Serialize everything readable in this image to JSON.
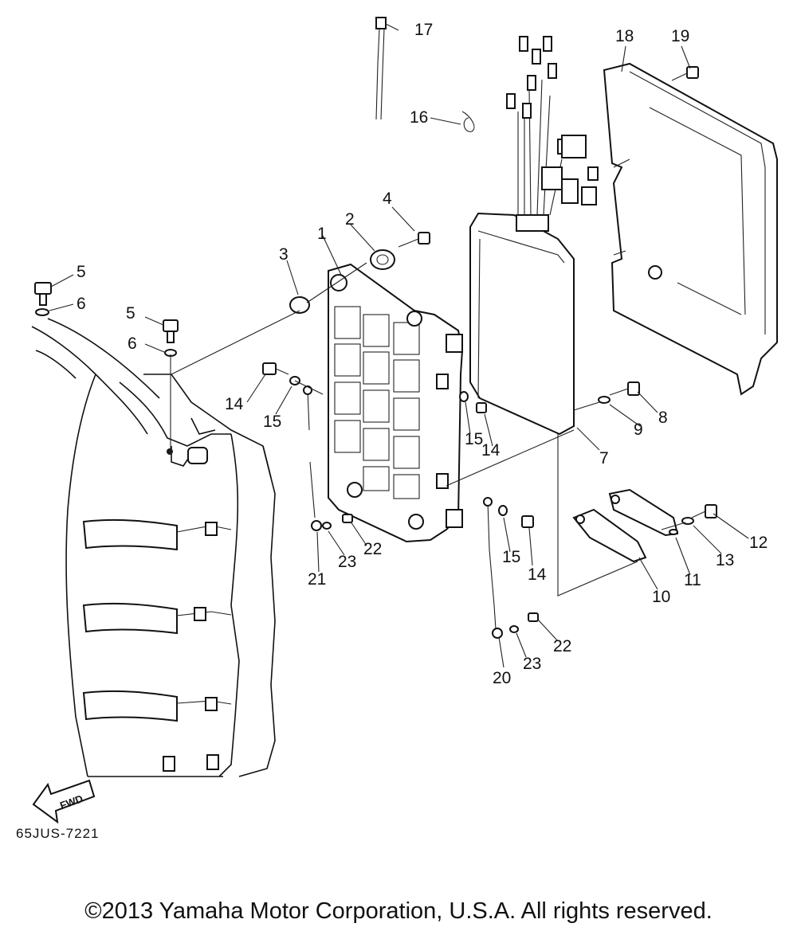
{
  "diagram": {
    "callouts": [
      "1",
      "2",
      "3",
      "4",
      "5",
      "5",
      "6",
      "6",
      "7",
      "8",
      "9",
      "10",
      "11",
      "12",
      "13",
      "14",
      "14",
      "14",
      "15",
      "15",
      "15",
      "16",
      "17",
      "18",
      "19",
      "20",
      "21",
      "22",
      "22",
      "23",
      "23"
    ],
    "fwd_label": "FWD",
    "drawing_code": "65JUS-7221",
    "copyright": "©2013 Yamaha Motor Corporation, U.S.A. All rights reserved."
  },
  "colors": {
    "ink": "#111111",
    "background": "#ffffff"
  }
}
